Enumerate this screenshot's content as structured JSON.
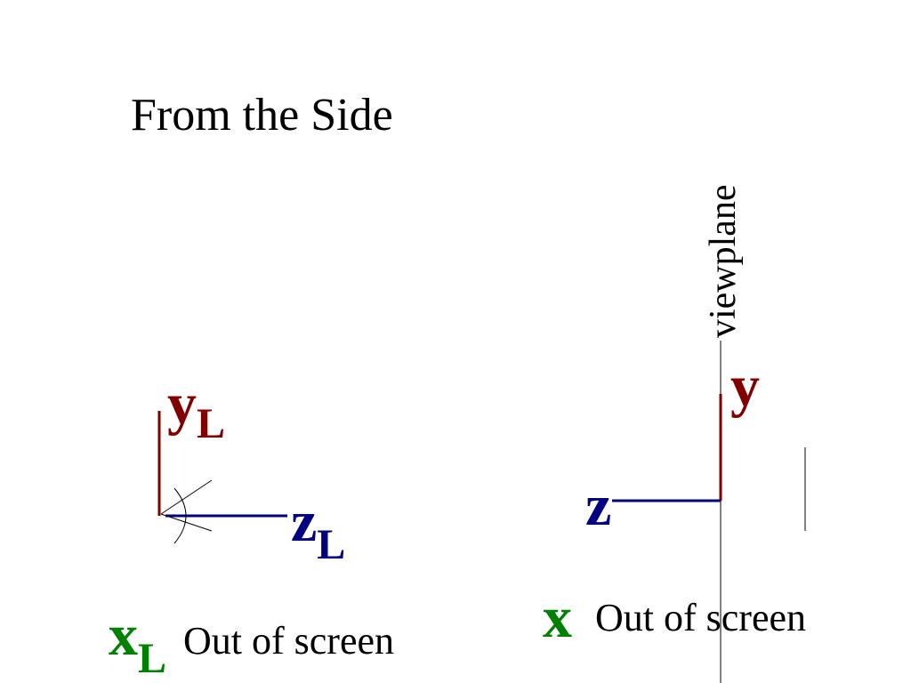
{
  "slide": {
    "title": "From the Side"
  },
  "left_frame": {
    "y_axis": {
      "letter": "y",
      "subscript": "L"
    },
    "z_axis": {
      "letter": "z",
      "subscript": "L"
    },
    "x_axis": {
      "letter": "x",
      "subscript": "L"
    },
    "x_caption": "Out of screen"
  },
  "right_frame": {
    "viewplane_label": "viewplane",
    "y_axis": {
      "letter": "y"
    },
    "z_axis": {
      "letter": "z"
    },
    "x_axis": {
      "letter": "x"
    },
    "x_caption": "Out of screen"
  },
  "colors": {
    "y_axis": "#800000",
    "z_axis": "#000080",
    "x_axis": "#008000",
    "text": "#000000"
  }
}
